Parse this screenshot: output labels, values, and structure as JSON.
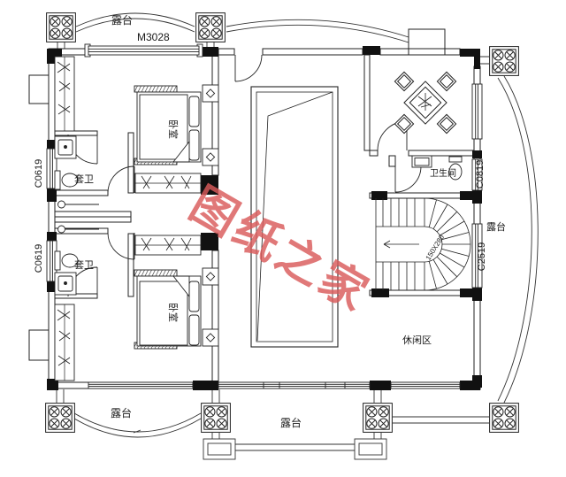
{
  "plan": {
    "terrace_top": "露台",
    "terrace_right": "露台",
    "terrace_bottom_left": "露台",
    "terrace_bottom_right": "露台",
    "door_top": "M3028",
    "window_left_top": "C0619",
    "window_left_bottom": "C0619",
    "window_right_top": "C0819",
    "window_right_mid": "C2519",
    "bedroom_top": "卧室",
    "bedroom_bottom": "卧室",
    "ensuite_top": "套卫",
    "ensuite_bottom": "套卫",
    "bathroom": "卫生间",
    "leisure_area": "休闲区",
    "stair_note": "150X280"
  },
  "watermark": {
    "text": "图纸之家",
    "color": "#d95a5a"
  },
  "icons": {
    "column_ornament": "square-with-four-x-circles",
    "bed": "double-bed-plan",
    "wardrobe": "closet-with-hangers",
    "toilet": "toilet-plan",
    "sink": "washbasin-plan",
    "mahjong_table": "diamond-table-with-4-chairs",
    "stairs": "u-shaped-winder-stairs",
    "door": "quarter-arc-swing",
    "railing": "curved-terrace-railing"
  },
  "colors": {
    "line": "#222222",
    "wall_fill": "#111111",
    "background": "#ffffff",
    "watermark": "#d95a5a"
  }
}
